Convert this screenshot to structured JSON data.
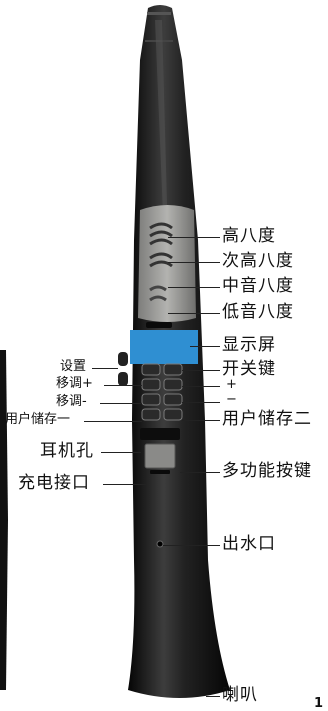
{
  "labels": {
    "high_octave": "高八度",
    "sub_high_octave": "次高八度",
    "middle_octave": "中音八度",
    "low_octave": "低音八度",
    "display": "显示屏",
    "power_key": "开关键",
    "settings": "设置",
    "transpose_up": "移调+",
    "transpose_down": "移调-",
    "plus": "+",
    "minus": "−",
    "user_store_1": "用户储存一",
    "user_store_2": "用户储存二",
    "headphone_jack": "耳机孔",
    "charging_port": "充电接口",
    "multifunction_key": "多功能按键",
    "water_outlet": "出水口",
    "bell": "喇叭",
    "page_number": "1"
  },
  "colors": {
    "body": "#1a1a1a",
    "body_highlight": "#3a3a3a",
    "panel": "#9a9a98",
    "screen": "#2f8fd2",
    "label_text": "#111111"
  }
}
